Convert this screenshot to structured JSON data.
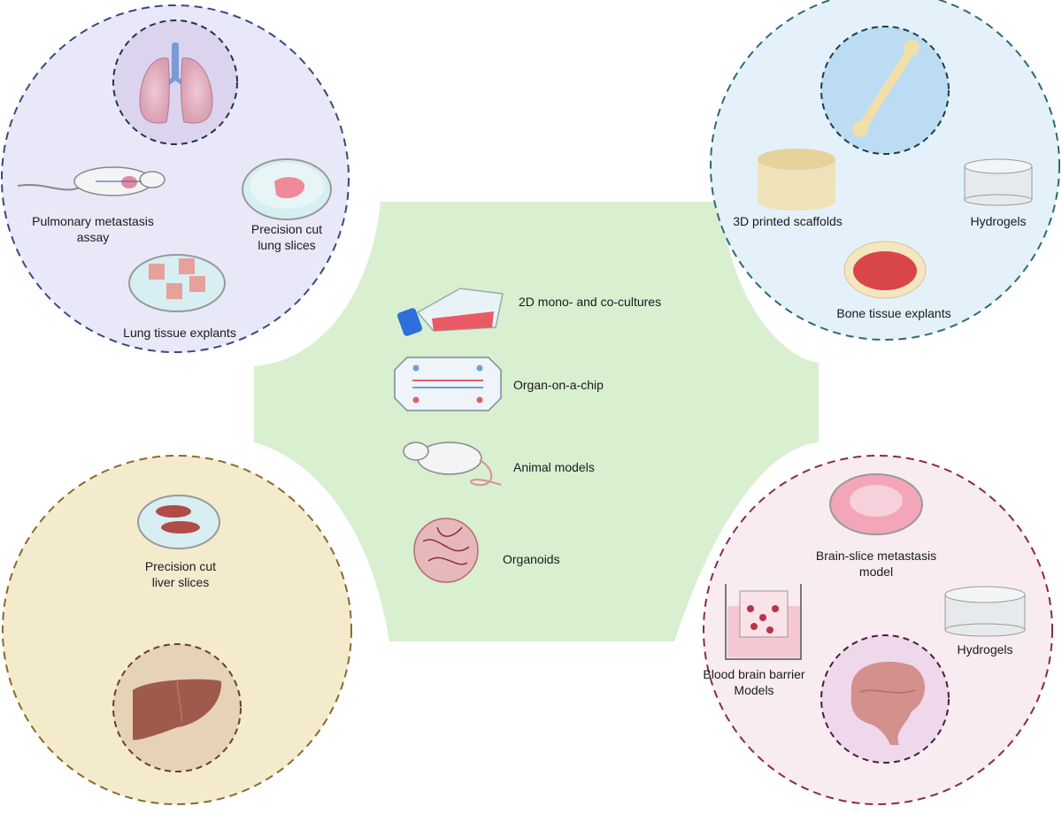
{
  "center": {
    "items": [
      {
        "label": "2D mono- and co-cultures",
        "icon": "culture-flask-icon"
      },
      {
        "label": "Organ-on-a-chip",
        "icon": "microfluidic-chip-icon"
      },
      {
        "label": "Animal models",
        "icon": "mouse-icon"
      },
      {
        "label": "Organoids",
        "icon": "organoid-icon"
      }
    ],
    "color": "#d8efd0"
  },
  "lung": {
    "color": "#e8e8f8",
    "border": "#3b4a7a",
    "organ_icon": "lungs-icon",
    "pulmonary_line1": "Pulmonary metastasis",
    "pulmonary_line2": "assay",
    "pcls_line1": "Precision cut",
    "pcls_line2": "lung slices",
    "explants": "Lung tissue explants"
  },
  "bone": {
    "color": "#e4f1fa",
    "border": "#2e6b6e",
    "organ_icon": "bone-icon",
    "scaffolds": "3D printed scaffolds",
    "hydrogels": "Hydrogels",
    "explants": "Bone tissue explants"
  },
  "liver": {
    "color": "#f4ebcd",
    "border": "#8a6a2e",
    "organ_icon": "liver-icon",
    "pcls_line1": "Precision cut",
    "pcls_line2": "liver slices"
  },
  "brain": {
    "color": "#f8ecf0",
    "border": "#8a2a48",
    "organ_icon": "brain-icon",
    "slice_line1": "Brain-slice metastasis",
    "slice_line2": "model",
    "hydrogels": "Hydrogels",
    "bbb_line1": "Blood brain barrier",
    "bbb_line2": "Models"
  }
}
